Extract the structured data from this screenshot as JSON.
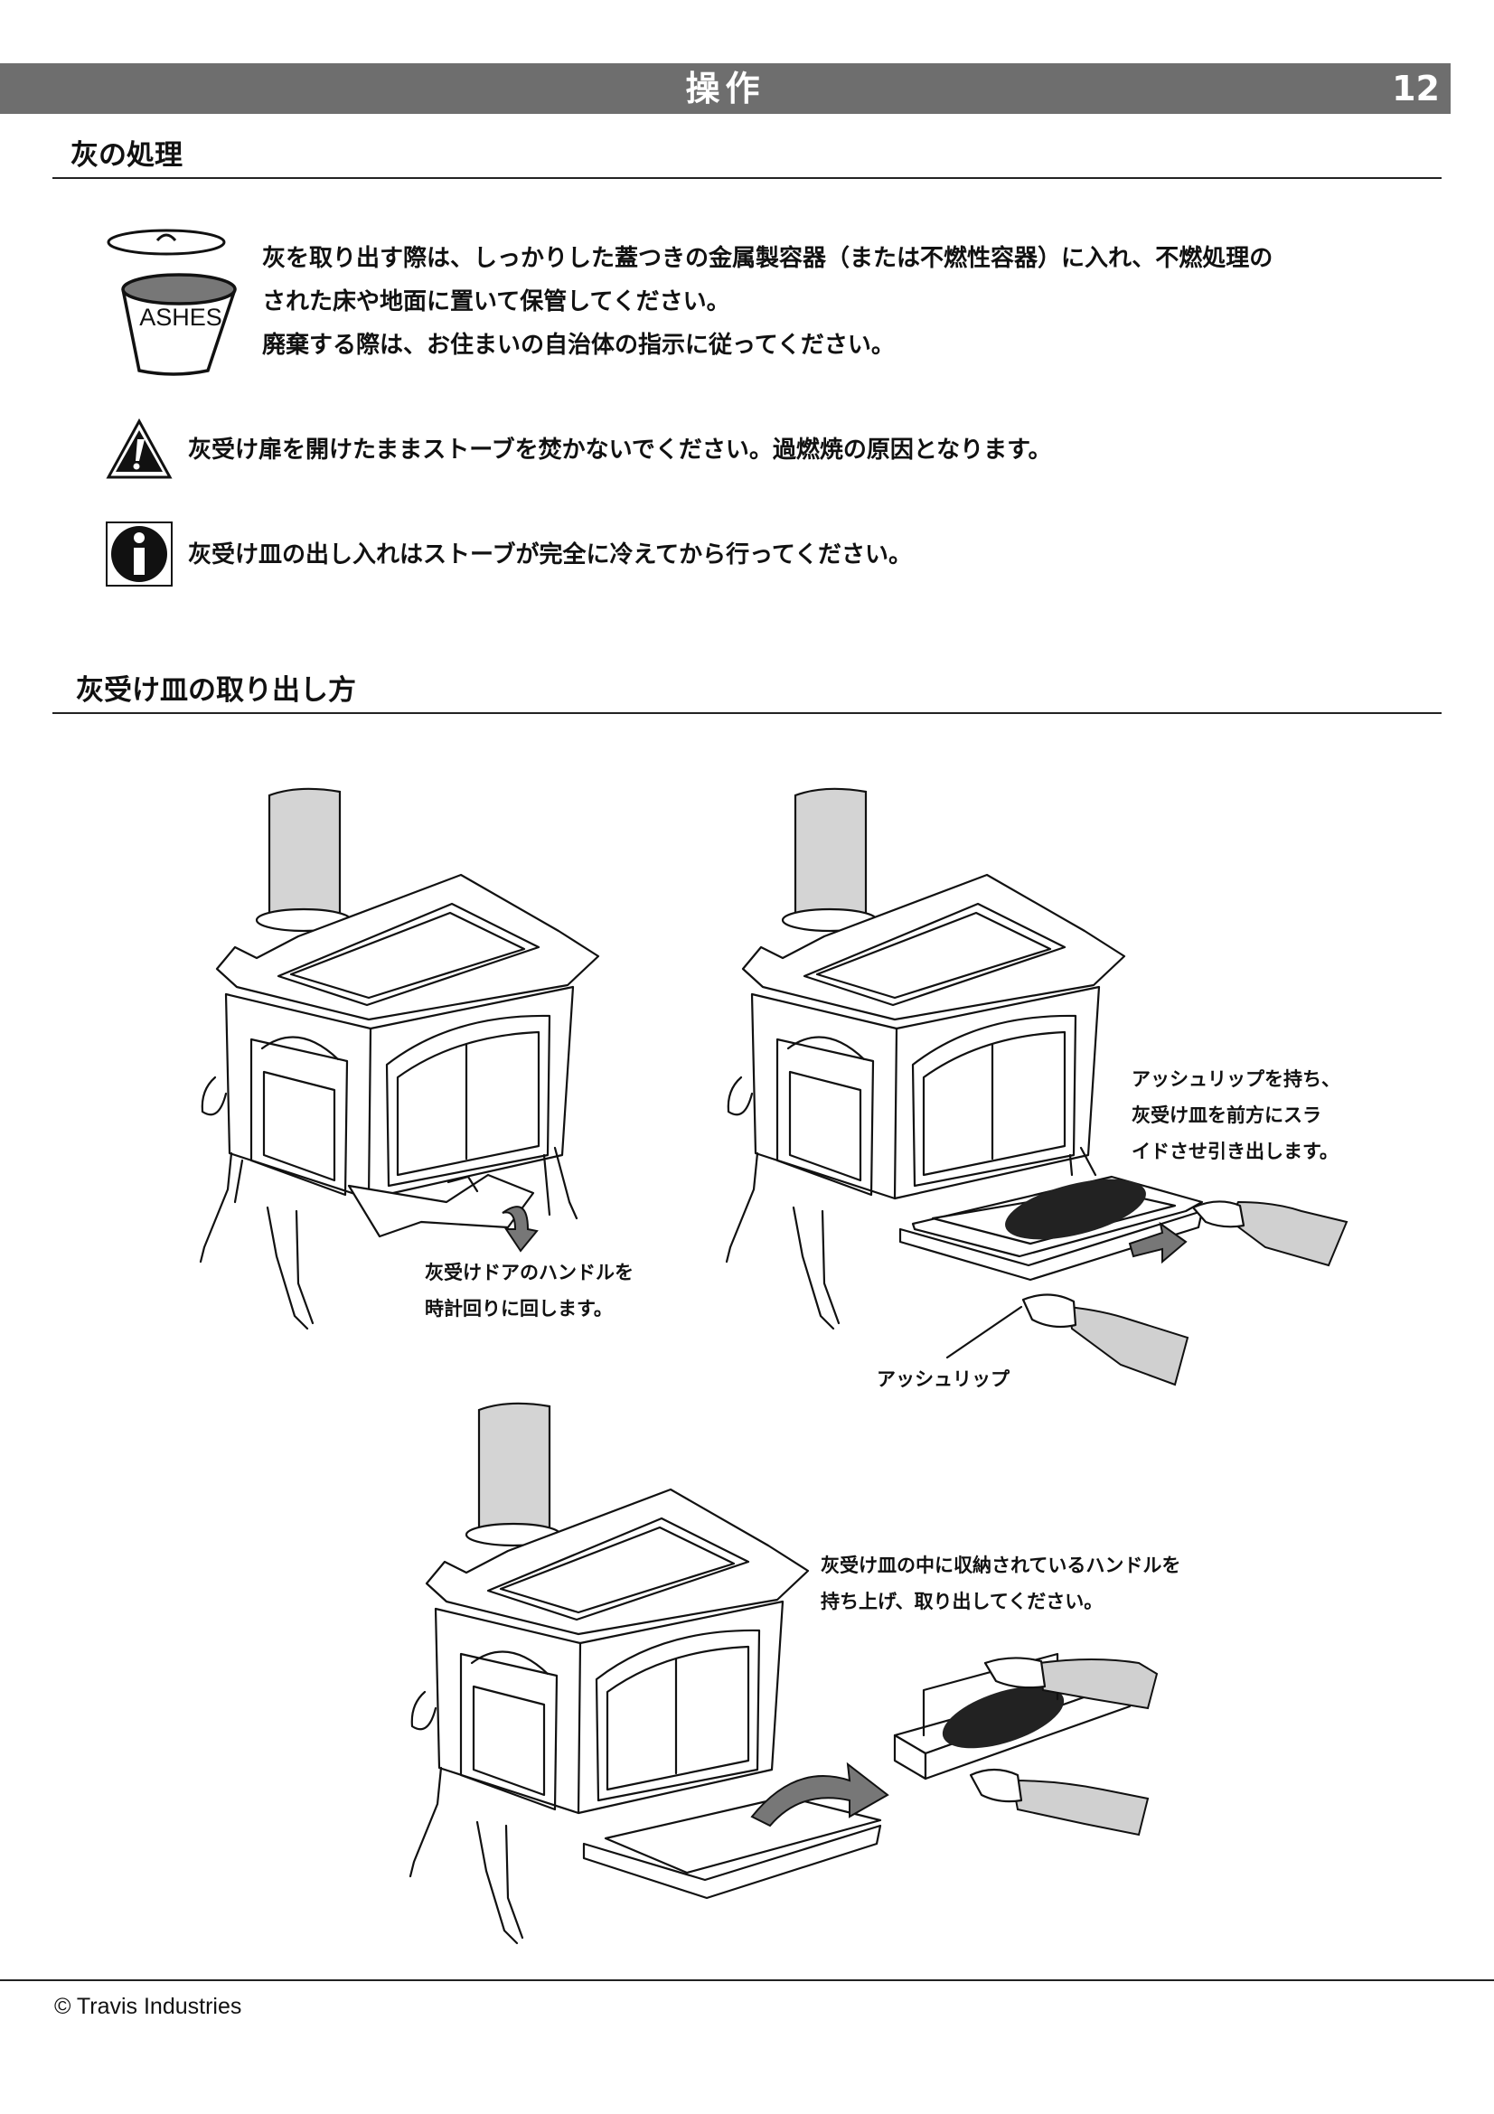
{
  "header": {
    "title": "操作",
    "page_number": "12"
  },
  "section1": {
    "title": "灰の処理",
    "ash_bucket_label": "ASHES",
    "para_lines": [
      "灰を取り出す際は、しっかりした蓋つきの金属製容器（または不燃性容器）に入れ、不燃処理の",
      "された床や地面に置いて保管してください。",
      "廃棄する際は、お住まいの自治体の指示に従ってください。"
    ],
    "warning_text": "灰受け扉を開けたままストーブを焚かないでください。過燃焼の原因となります。",
    "info_text": "灰受け皿の出し入れはストーブが完全に冷えてから行ってください。"
  },
  "section2": {
    "title": "灰受け皿の取り出し方",
    "step1_lines": [
      "灰受けドアのハンドルを",
      "時計回りに回します。"
    ],
    "step2_lines": [
      "アッシュリップを持ち、",
      "灰受け皿を前方にスラ",
      "イドさせ引き出します。"
    ],
    "step2_callout": "アッシュリップ",
    "step3_lines": [
      "灰受け皿の中に収納されているハンドルを",
      "持ち上げ、取り出してください。"
    ]
  },
  "footer": {
    "copyright": "© Travis Industries"
  },
  "icons": [
    "ash-bucket-icon",
    "warning-icon",
    "info-icon",
    "stove-illustration",
    "rotate-arrow-icon",
    "pull-arrow-icon"
  ]
}
